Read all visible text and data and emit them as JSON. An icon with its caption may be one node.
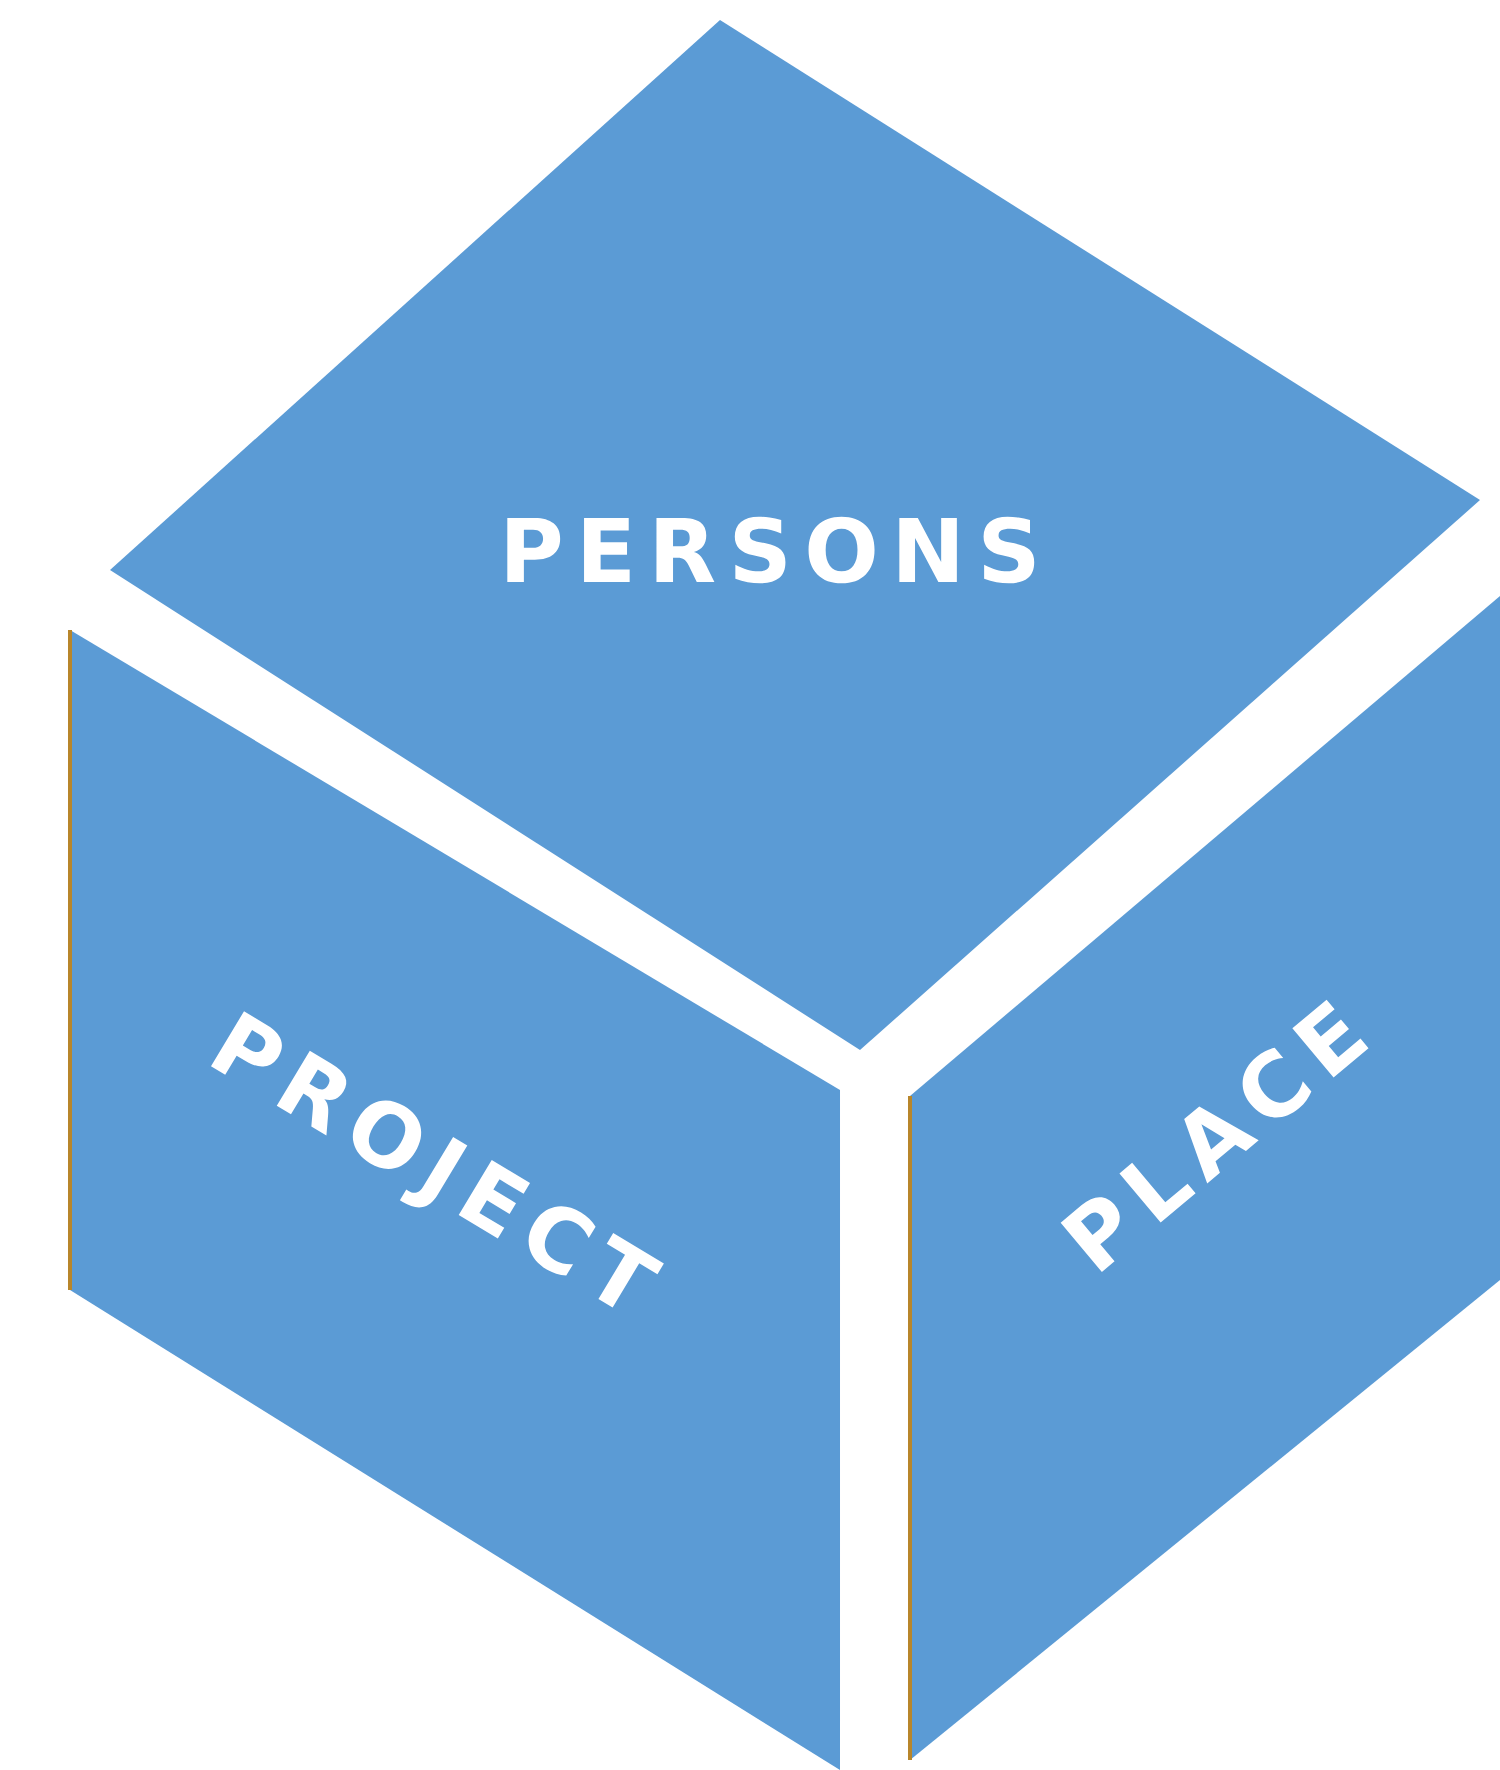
{
  "diagram": {
    "nodes": [
      {
        "text": [
          "PERSONS"
        ]
      },
      {
        "text": [
          "PROJECT"
        ]
      },
      {
        "text": [
          "PLACE"
        ]
      }
    ]
  }
}
